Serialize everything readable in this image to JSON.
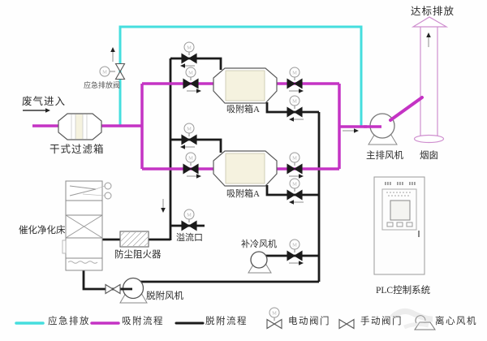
{
  "colors": {
    "emergency": "#45DEDE",
    "adsorption": "#C433C4",
    "desorption": "#1B1B1B",
    "chimney_outline": "#CF8FCF"
  },
  "labels": {
    "waste_gas_in": "废气进入",
    "emergency_valve": "应急排放阀",
    "dry_filter_box": "干式过滤箱",
    "adsorption_box_1": "吸附箱A",
    "adsorption_box_2": "吸附箱A",
    "main_exhaust_fan": "主排风机",
    "chimney": "烟囱",
    "compliant_discharge": "达标排放",
    "catalytic_bed": "催化净化床",
    "flame_arrester": "防尘阻火器",
    "overflow_port": "溢流口",
    "cooling_makeup_fan": "补冷风机",
    "desorption_fan": "脱附风机",
    "plc_system": "PLC控制系统"
  },
  "legend": {
    "flows": [
      {
        "id": "emergency",
        "label": "应急排放",
        "color": "#45DEDE"
      },
      {
        "id": "adsorption",
        "label": "吸附流程",
        "color": "#C433C4"
      },
      {
        "id": "desorption",
        "label": "脱附流程",
        "color": "#1B1B1B"
      }
    ],
    "symbols": [
      {
        "id": "electric-valve",
        "label": "电动阀门"
      },
      {
        "id": "manual-valve",
        "label": "手动阀门"
      },
      {
        "id": "centrifugal-fan",
        "label": "离心风机"
      }
    ]
  },
  "symbols": {
    "motor_letter": "M"
  }
}
